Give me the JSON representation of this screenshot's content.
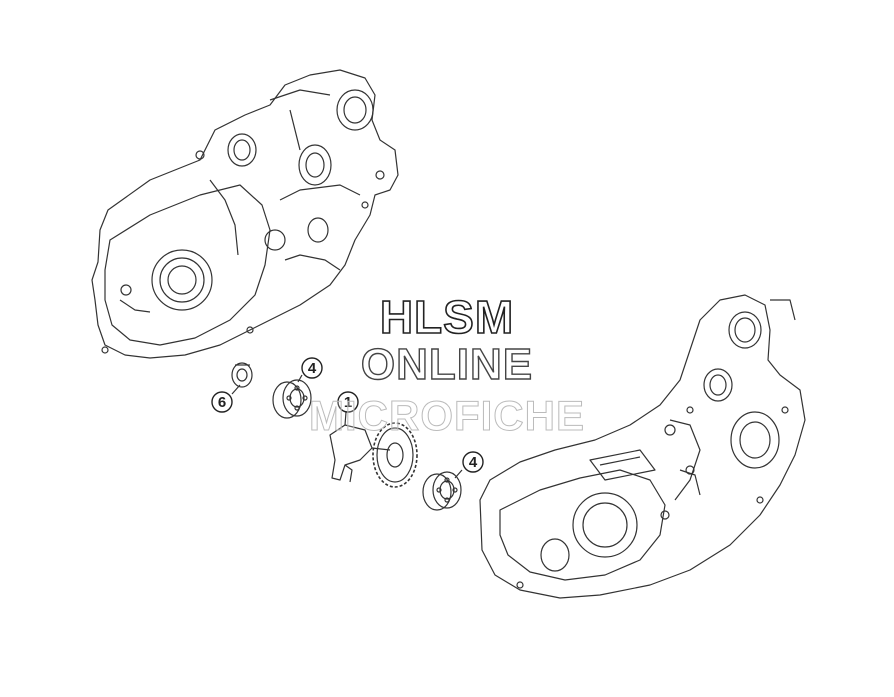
{
  "watermark": {
    "line1": "HLSM",
    "line2": "ONLINE",
    "line3": "MICROFICHE"
  },
  "callouts": [
    {
      "number": "1",
      "part": "shaft-with-gear"
    },
    {
      "number": "4",
      "part": "bearing-upper"
    },
    {
      "number": "4",
      "part": "bearing-lower"
    },
    {
      "number": "6",
      "part": "seal-ring"
    }
  ],
  "colors": {
    "line": "#333333",
    "background": "#ffffff"
  }
}
